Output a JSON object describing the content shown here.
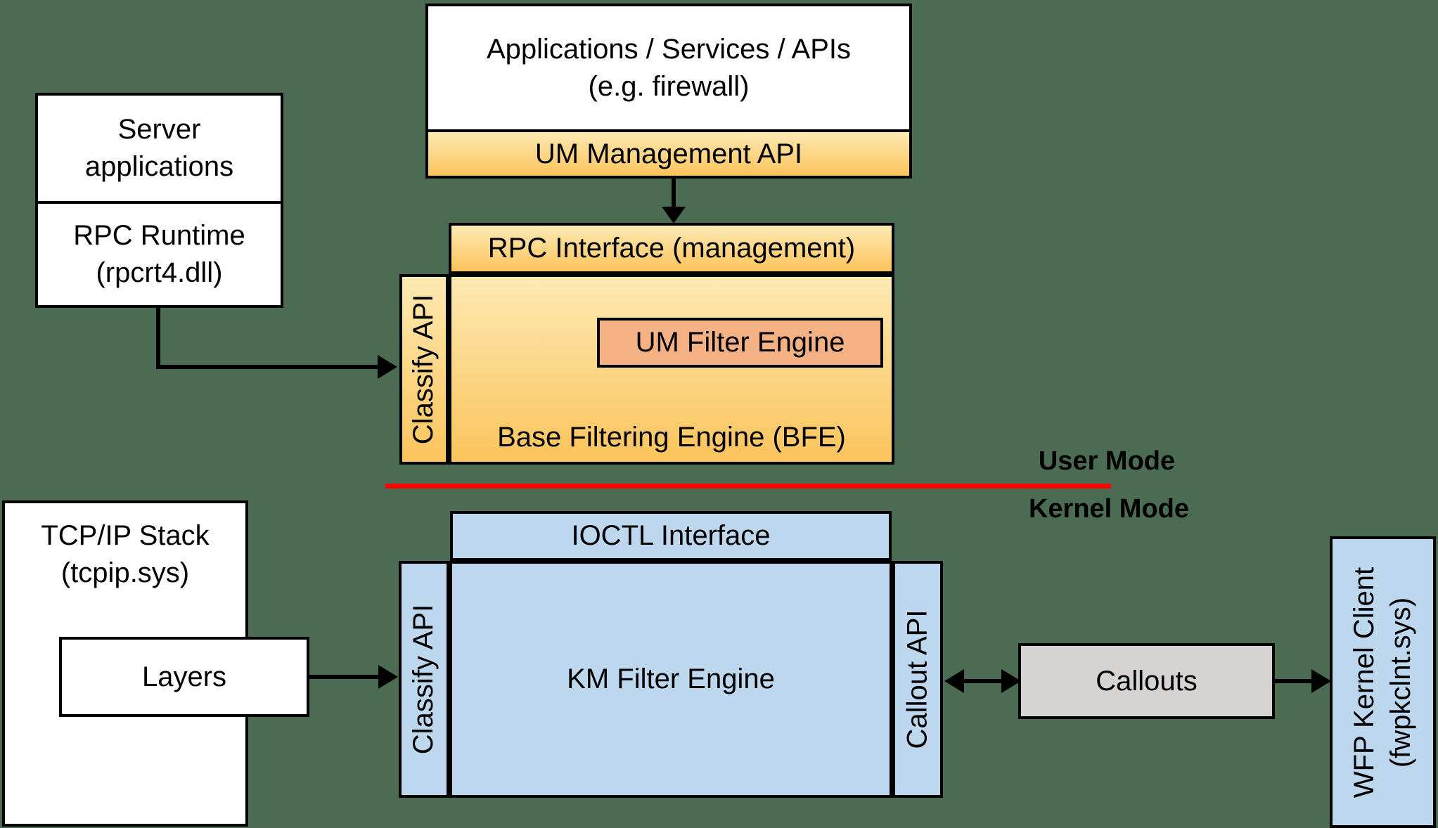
{
  "colors": {
    "background": "#4B6C52",
    "orange_light": "#FDE9B2",
    "orange_dark": "#FBC45C",
    "salmon": "#F4B183",
    "blue": "#BDD7EE",
    "gray": "#D6D3D3",
    "red_line": "#FF0000",
    "border": "#000000"
  },
  "user_mode": {
    "apps_services": {
      "line1": "Applications / Services / APIs",
      "line2": "(e.g. firewall)"
    },
    "um_management_api": {
      "label": "UM Management API"
    },
    "server_apps": {
      "line1": "Server",
      "line2": "applications"
    },
    "rpc_runtime": {
      "line1": "RPC Runtime",
      "line2": "(rpcrt4.dll)"
    },
    "rpc_interface": {
      "label": "RPC Interface (management)"
    },
    "classify_api": {
      "label": "Classify API"
    },
    "um_filter_engine": {
      "label": "UM Filter Engine"
    },
    "bfe": {
      "label": "Base Filtering Engine (BFE)"
    }
  },
  "divider": {
    "user_mode": "User Mode",
    "kernel_mode": "Kernel Mode"
  },
  "kernel_mode": {
    "tcpip_stack": {
      "line1": "TCP/IP Stack",
      "line2": "(tcpip.sys)"
    },
    "layers": {
      "label": "Layers"
    },
    "ioctl_interface": {
      "label": "IOCTL Interface"
    },
    "classify_api": {
      "label": "Classify API"
    },
    "km_filter_engine": {
      "label": "KM Filter Engine"
    },
    "callout_api": {
      "label": "Callout API"
    },
    "callouts": {
      "label": "Callouts"
    },
    "wfp_kernel_client": {
      "line1": "WFP Kernel Client",
      "line2": "(fwpkclnt.sys)"
    }
  }
}
